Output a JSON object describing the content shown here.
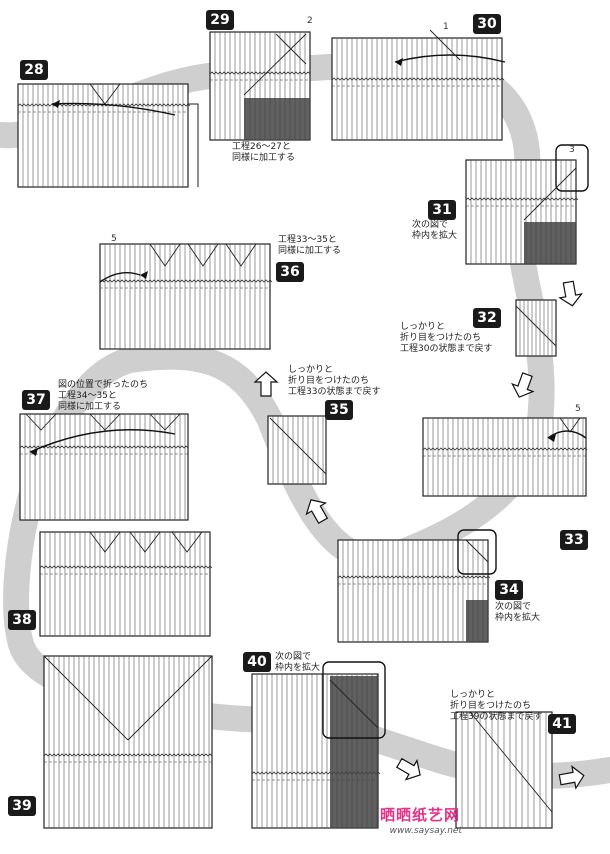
{
  "steps": {
    "s28": "28",
    "s29": "29",
    "s30": "30",
    "s31": "31",
    "s32": "32",
    "s33": "33",
    "s34": "34",
    "s35": "35",
    "s36": "36",
    "s37": "37",
    "s38": "38",
    "s39": "39",
    "s40": "40",
    "s41": "41"
  },
  "notes": {
    "n29": "工程26～27と\n同様に加工する",
    "n31": "次の図で\n枠内を拡大",
    "n32": "しっかりと\n折り目をつけたのち\n工程30の状態まで戻す",
    "n34": "次の図で\n枠内を拡大",
    "n35": "しっかりと\n折り目をつけたのち\n工程33の状態まで戻す",
    "n36": "工程33～35と\n同様に加工する",
    "n37": "図の位置で折ったのち\n工程34～35と\n同様に加工する",
    "n40": "次の図で\n枠内を拡大",
    "n41": "しっかりと\n折り目をつけたのち\n工程39の状態まで戻す"
  },
  "dims": {
    "d29": "2",
    "d30": "1",
    "d31": "3",
    "d33": "5",
    "d36": "5"
  },
  "watermark": {
    "title": "晒晒纸艺网",
    "url": "www.saysay.net"
  },
  "colors": {
    "badge": "#1a1a1a",
    "band": "#c8c8c8",
    "watermark": "#e0348a"
  }
}
